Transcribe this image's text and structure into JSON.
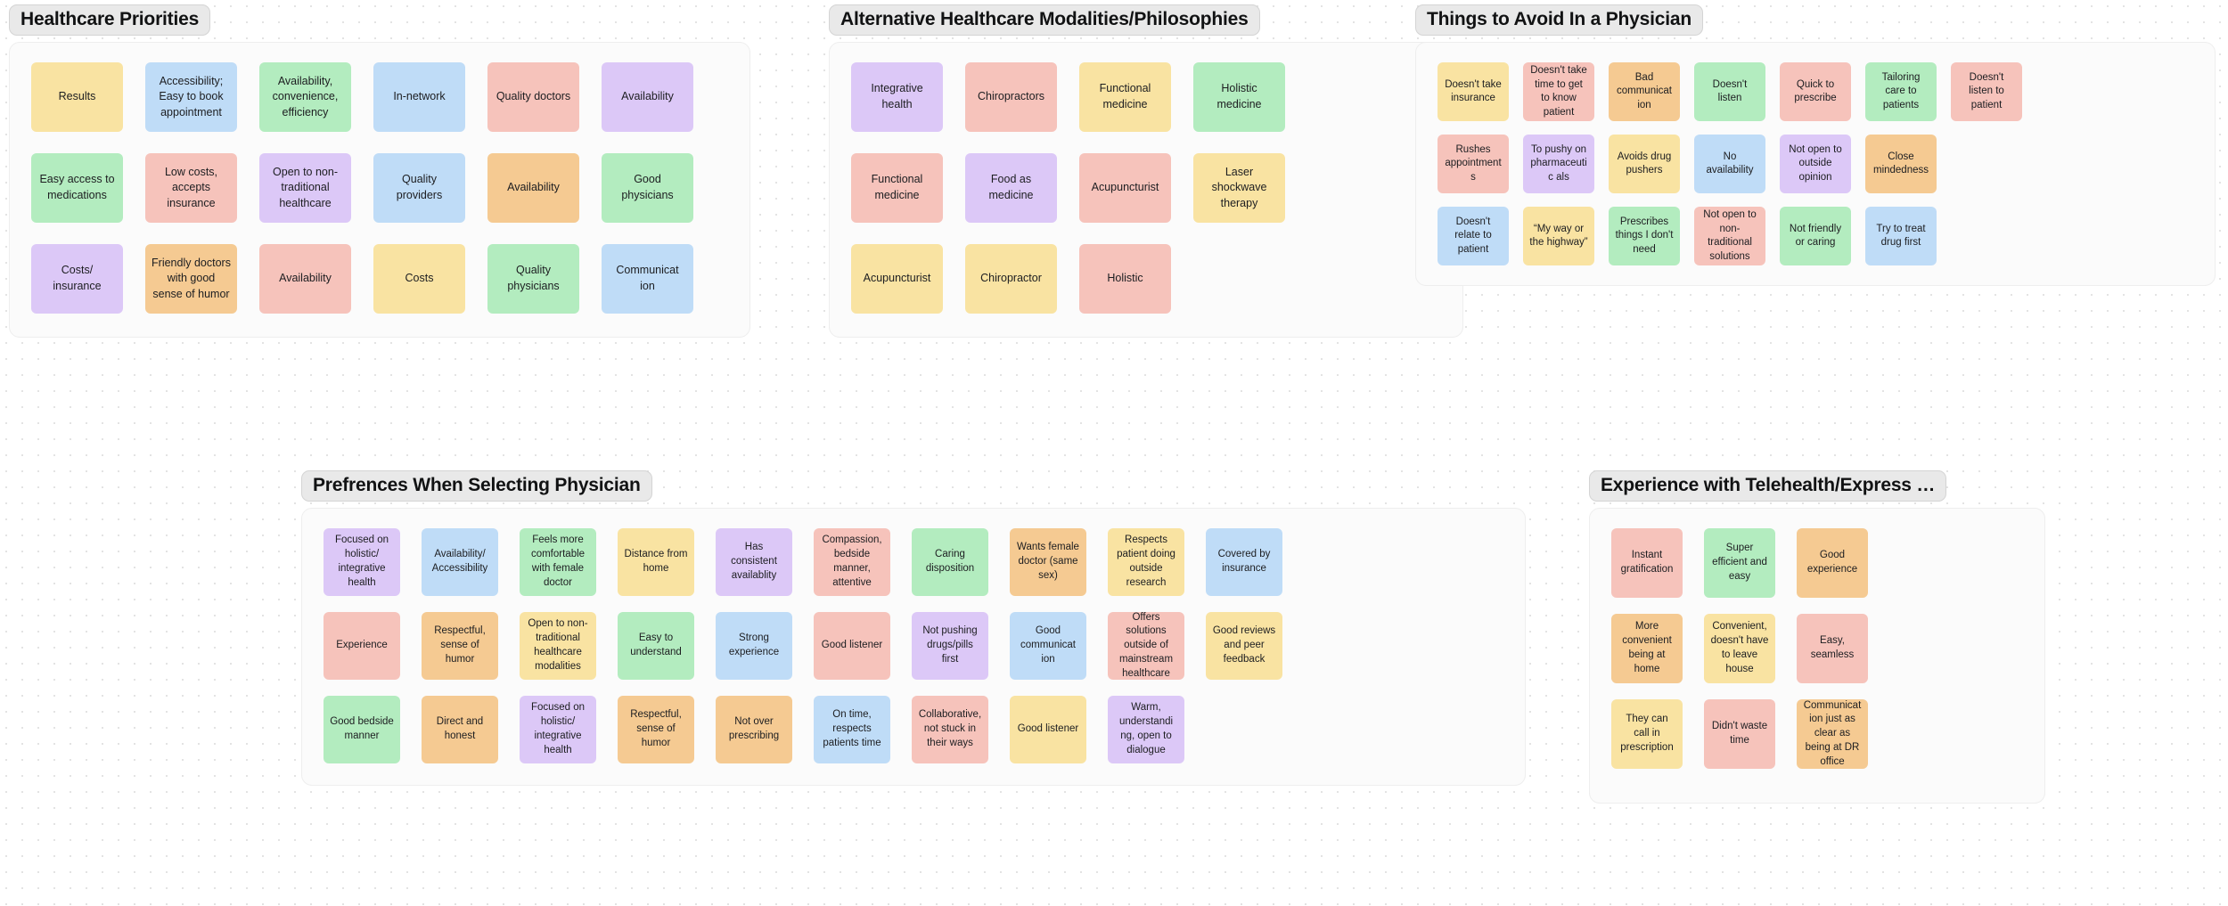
{
  "board": {
    "background": "#ffffff",
    "dot_color": "#e3e3e3",
    "palette": {
      "yellow": "#f9e3a2",
      "blue": "#bfdcf7",
      "green": "#b3ecbf",
      "red": "#f6c3bb",
      "purple": "#dcc8f7",
      "orange": "#f5ca92"
    }
  },
  "groups": [
    {
      "id": "priorities",
      "title": "Healthcare Priorities",
      "rows": [
        [
          {
            "label": "Results",
            "color": "yellow"
          },
          {
            "label": "Accessibility; Easy to book appointment",
            "color": "blue"
          },
          {
            "label": "Availability, convenience, efficiency",
            "color": "green"
          },
          {
            "label": "In-network",
            "color": "blue"
          },
          {
            "label": "Quality doctors",
            "color": "red"
          },
          {
            "label": "Availability",
            "color": "purple"
          }
        ],
        [
          {
            "label": "Easy access to medications",
            "color": "green"
          },
          {
            "label": "Low costs, accepts insurance",
            "color": "red"
          },
          {
            "label": "Open to non-traditional healthcare",
            "color": "purple"
          },
          {
            "label": "Quality providers",
            "color": "blue"
          },
          {
            "label": "Availability",
            "color": "orange"
          },
          {
            "label": "Good physicians",
            "color": "green"
          }
        ],
        [
          {
            "label": "Costs/ insurance",
            "color": "purple"
          },
          {
            "label": "Friendly doctors with good sense of humor",
            "color": "orange"
          },
          {
            "label": "Availability",
            "color": "red"
          },
          {
            "label": "Costs",
            "color": "yellow"
          },
          {
            "label": "Quality physicians",
            "color": "green"
          },
          {
            "label": "Communicat ion",
            "color": "blue"
          }
        ]
      ]
    },
    {
      "id": "alt",
      "title": "Alternative Healthcare Modalities/Philosophies",
      "rows": [
        [
          {
            "label": "Integrative health",
            "color": "purple"
          },
          {
            "label": "Chiropractors",
            "color": "red"
          },
          {
            "label": "Functional medicine",
            "color": "yellow"
          },
          {
            "label": "Holistic medicine",
            "color": "green"
          }
        ],
        [
          {
            "label": "Functional medicine",
            "color": "red"
          },
          {
            "label": "Food as medicine",
            "color": "purple"
          },
          {
            "label": "Acupuncturist",
            "color": "red"
          },
          {
            "label": "Laser shockwave therapy",
            "color": "yellow"
          }
        ],
        [
          {
            "label": "Acupuncturist",
            "color": "yellow"
          },
          {
            "label": "Chiropractor",
            "color": "yellow"
          },
          {
            "label": "Holistic",
            "color": "red"
          }
        ]
      ]
    },
    {
      "id": "avoid",
      "title": "Things to Avoid In a Physician",
      "rows": [
        [
          {
            "label": "Doesn't take insurance",
            "color": "yellow"
          },
          {
            "label": "Doesn't take time to get to know patient",
            "color": "red"
          },
          {
            "label": "Bad communicat ion",
            "color": "orange"
          },
          {
            "label": "Doesn't listen",
            "color": "green"
          },
          {
            "label": "Quick to prescribe",
            "color": "red"
          },
          {
            "label": "Tailoring care to patients",
            "color": "green"
          },
          {
            "label": "Doesn't listen to patient",
            "color": "red"
          }
        ],
        [
          {
            "label": "Rushes appointments",
            "color": "red"
          },
          {
            "label": "To pushy on pharmaceutic als",
            "color": "purple"
          },
          {
            "label": "Avoids drug pushers",
            "color": "yellow"
          },
          {
            "label": "No availability",
            "color": "blue"
          },
          {
            "label": "Not open to outside opinion",
            "color": "purple"
          },
          {
            "label": "Close mindedness",
            "color": "orange"
          }
        ],
        [
          {
            "label": "Doesn't relate to patient",
            "color": "blue"
          },
          {
            "label": "“My way or the highway”",
            "color": "yellow"
          },
          {
            "label": "Prescribes things I don't need",
            "color": "green"
          },
          {
            "label": "Not open to non-traditional solutions",
            "color": "red"
          },
          {
            "label": "Not friendly or caring",
            "color": "green"
          },
          {
            "label": "Try to treat drug first",
            "color": "blue"
          }
        ]
      ]
    },
    {
      "id": "prefs",
      "title": "Prefrences When Selecting Physician",
      "rows": [
        [
          {
            "label": "Focused on holistic/ integrative health",
            "color": "purple"
          },
          {
            "label": "Availability/ Accessibility",
            "color": "blue"
          },
          {
            "label": "Feels more comfortable with female doctor",
            "color": "green"
          },
          {
            "label": "Distance from home",
            "color": "yellow"
          },
          {
            "label": "Has consistent availablity",
            "color": "purple"
          },
          {
            "label": "Compassion, bedside manner, attentive",
            "color": "red"
          },
          {
            "label": "Caring disposition",
            "color": "green"
          },
          {
            "label": "Wants female doctor (same sex)",
            "color": "orange"
          },
          {
            "label": "Respects patient doing outside research",
            "color": "yellow"
          },
          {
            "label": "Covered by insurance",
            "color": "blue"
          }
        ],
        [
          {
            "label": "Experience",
            "color": "red"
          },
          {
            "label": "Respectful, sense of humor",
            "color": "orange"
          },
          {
            "label": "Open to non-traditional healthcare modalities",
            "color": "yellow"
          },
          {
            "label": "Easy to understand",
            "color": "green"
          },
          {
            "label": "Strong experience",
            "color": "blue"
          },
          {
            "label": "Good listener",
            "color": "red"
          },
          {
            "label": "Not pushing drugs/pills first",
            "color": "purple"
          },
          {
            "label": "Good communicat ion",
            "color": "blue"
          },
          {
            "label": "Offers solutions outside of mainstream healthcare",
            "color": "red",
            "small": true
          },
          {
            "label": "Good reviews and peer feedback",
            "color": "yellow"
          }
        ],
        [
          {
            "label": "Good bedside manner",
            "color": "green"
          },
          {
            "label": "Direct and honest",
            "color": "orange"
          },
          {
            "label": "Focused on holistic/ integrative health",
            "color": "purple"
          },
          {
            "label": "Respectful, sense of humor",
            "color": "orange"
          },
          {
            "label": "Not over prescribing",
            "color": "orange"
          },
          {
            "label": "On time, respects patients time",
            "color": "blue"
          },
          {
            "label": "Collaborative, not stuck in their ways",
            "color": "red"
          },
          {
            "label": "Good listener",
            "color": "yellow"
          },
          {
            "label": "Warm, understandi ng, open to dialogue",
            "color": "purple"
          }
        ]
      ]
    },
    {
      "id": "tele",
      "title": "Experience with Telehealth/Express …",
      "rows": [
        [
          {
            "label": "Instant gratification",
            "color": "red"
          },
          {
            "label": "Super efficient and easy",
            "color": "green"
          },
          {
            "label": "Good experience",
            "color": "orange"
          }
        ],
        [
          {
            "label": "More convenient being at home",
            "color": "orange"
          },
          {
            "label": "Convenient, doesn't have to leave house",
            "color": "yellow"
          },
          {
            "label": "Easy, seamless",
            "color": "red"
          }
        ],
        [
          {
            "label": "They can call in prescription",
            "color": "yellow"
          },
          {
            "label": "Didn't waste time",
            "color": "red"
          },
          {
            "label": "Communicat ion just as clear as being at DR office",
            "color": "orange"
          }
        ]
      ]
    }
  ]
}
